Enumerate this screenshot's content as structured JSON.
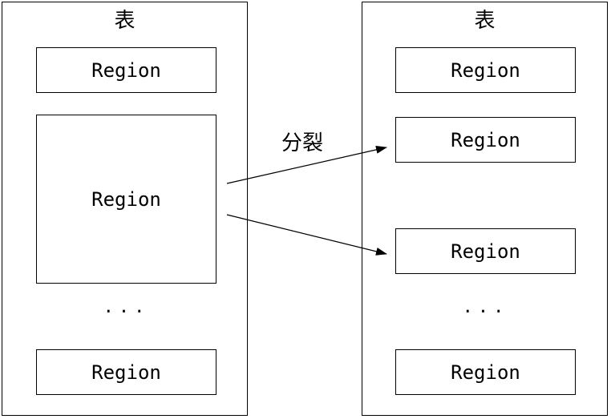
{
  "left_table": {
    "title": "表",
    "regions": [
      "Region",
      "Region",
      "Region"
    ],
    "ellipsis": "..."
  },
  "right_table": {
    "title": "表",
    "regions": [
      "Region",
      "Region",
      "Region",
      "Region"
    ],
    "ellipsis": "..."
  },
  "split_label": "分裂",
  "colors": {
    "stroke": "#000000",
    "background": "#ffffff"
  }
}
